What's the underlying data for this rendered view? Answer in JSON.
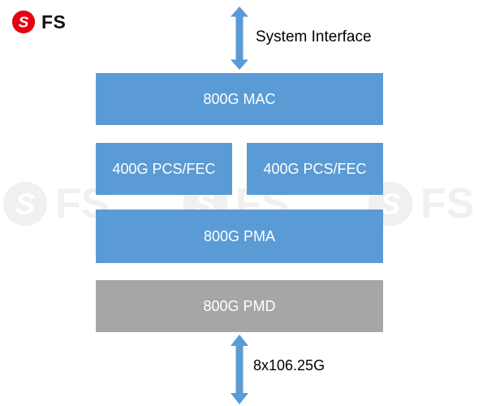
{
  "logo": {
    "text": "FS",
    "icon": "fs-circle-s-icon"
  },
  "watermark": {
    "text": "FS"
  },
  "diagram": {
    "top_arrow_label": "System Interface",
    "bottom_arrow_label": "8x106.25G",
    "blocks": [
      {
        "id": "mac",
        "label": "800G MAC"
      },
      {
        "id": "pcs-left",
        "label": "400G PCS/FEC"
      },
      {
        "id": "pcs-right",
        "label": "400G PCS/FEC"
      },
      {
        "id": "pma",
        "label": "800G PMA"
      },
      {
        "id": "pmd",
        "label": "800G PMD"
      }
    ]
  },
  "colors": {
    "block_blue": "#5B9BD5",
    "block_gray": "#A6A6A6",
    "arrow_blue": "#5B9BD5",
    "logo_red": "#E60012",
    "label_text": "#000000",
    "block_text": "#FFFFFF",
    "watermark_gray": "#CFCFCF"
  }
}
